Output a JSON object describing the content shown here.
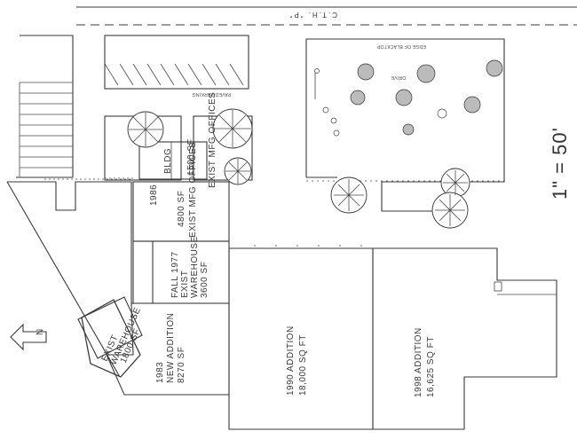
{
  "road": {
    "label": "C.T.H. \"P\""
  },
  "labels": {
    "edge_of_blacktop": "EDGE OF BLACKTOP",
    "paved_parking": "PAVED PARKING",
    "drive": "DRIVE",
    "bldg": "BLDG",
    "scale": "1\" = 50'"
  },
  "buildings": [
    {
      "id": "offices",
      "lines": [
        "1500 SF",
        "EXIST MFG OFFICES"
      ]
    },
    {
      "id": "b1986",
      "lines": [
        "1986",
        "4800 SF",
        "EXIST MFG OFFICES"
      ]
    },
    {
      "id": "b1977",
      "lines": [
        "FALL 1977",
        "EXIST",
        "WAREHOUSE",
        "3600 SF"
      ]
    },
    {
      "id": "exist-warehouse",
      "lines": [
        "EXIST",
        "WAREHOUSE",
        "1800 SF"
      ]
    },
    {
      "id": "b1983",
      "lines": [
        "1983",
        "NEW ADDITION",
        "8270 SF"
      ]
    },
    {
      "id": "b1990",
      "lines": [
        "1990 ADDITION",
        "18,000 SQ FT"
      ]
    },
    {
      "id": "b1998",
      "lines": [
        "1998 ADDITION",
        "16,625 SQ FT"
      ]
    }
  ],
  "north_arrow": {
    "label": "N"
  }
}
